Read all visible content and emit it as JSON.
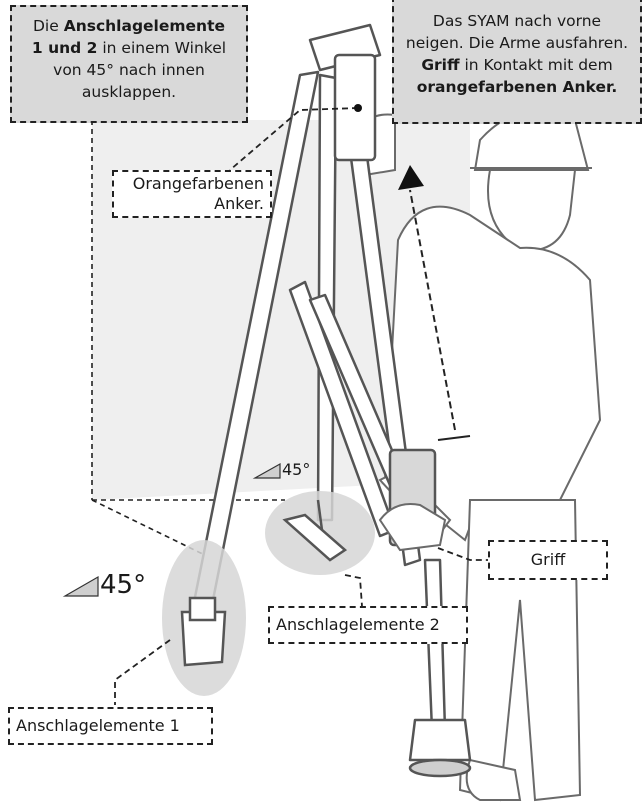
{
  "callouts": {
    "left": {
      "line1_prefix": "Die ",
      "line1_bold": "Anschlagelemente",
      "line2_bold": "1 und 2",
      "line2_rest": " in einem Winkel",
      "line3": "von 45° nach innen",
      "line4": "ausklappen."
    },
    "right": {
      "line1": "Das SYAM nach vorne",
      "line2": "neigen. Die Arme ausfahren.",
      "line3_bold": "Griff",
      "line3_rest": " in Kontakt mit dem",
      "line4_bold": "orangefarbenen Anker."
    }
  },
  "labels": {
    "anker_line1": "Orangefarbenen",
    "anker_line2": "Anker.",
    "griff": "Griff",
    "element1": "Anschlagelemente 1",
    "element2": "Anschlagelemente  2"
  },
  "angles": {
    "small": "45°",
    "large": "45°"
  },
  "colors": {
    "callout_fill": "#d9d9d9",
    "ellipse_fill": "#d6d6d6",
    "outline": "#555555",
    "dash": "#222222"
  }
}
